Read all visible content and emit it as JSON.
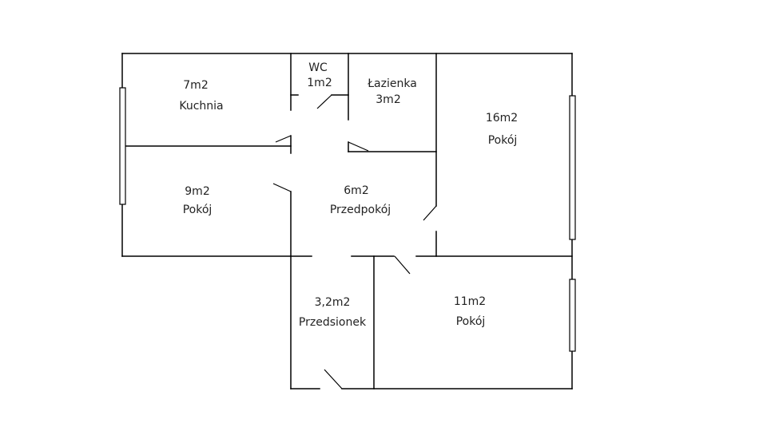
{
  "rooms": {
    "kuchnia": {
      "area": "7m2",
      "name": "Kuchnia"
    },
    "wc": {
      "name": "WC",
      "area": "1m2"
    },
    "lazienka": {
      "name": "Łazienka",
      "area": "3m2"
    },
    "pokoj_16": {
      "area": "16m2",
      "name": "Pokój"
    },
    "pokoj_9": {
      "area": "9m2",
      "name": "Pokój"
    },
    "przedpokoj": {
      "area": "6m2",
      "name": "Przedpokój"
    },
    "przedsionek": {
      "area": "3,2m2",
      "name": "Przedsionek"
    },
    "pokoj_11": {
      "area": "11m2",
      "name": "Pokój"
    }
  }
}
